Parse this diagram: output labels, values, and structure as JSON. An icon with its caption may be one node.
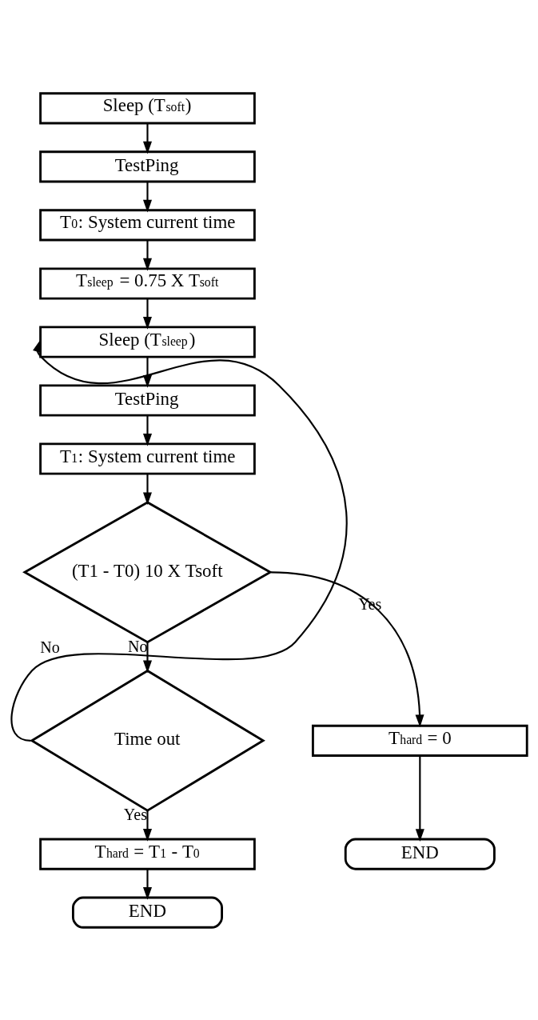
{
  "diagram": {
    "nodes": [
      {
        "text": [
          "Sleep (T$_{soft}$)"
        ]
      },
      {
        "text": [
          "TestPing"
        ]
      },
      {
        "text": [
          "T$_{0}$: System current time"
        ]
      },
      {
        "text": [
          "T$_{sleep}$ = 0.75 X T$_{soft}$"
        ]
      },
      {
        "text": [
          "Sleep (T$_{sleep}$)"
        ]
      },
      {
        "text": [
          "TestPing"
        ]
      },
      {
        "text": [
          "T$_{1}$: System current time"
        ]
      },
      {
        "text": [
          "(T1 - T0) 10 X Tsoft"
        ]
      },
      {
        "text": [
          "T$_{hard}$ = 0"
        ]
      },
      {
        "text": [
          "END"
        ]
      },
      {
        "text": [
          "Time out"
        ]
      },
      {
        "text": [
          "T$_{hard}$ = T$_{1}$ - T$_{0}$"
        ]
      },
      {
        "text": [
          "END"
        ]
      }
    ],
    "edges": [
      {
        "from": 0,
        "to": 1,
        "arrow": "to"
      },
      {
        "from": 1,
        "to": 2,
        "arrow": "to"
      },
      {
        "from": 2,
        "to": 3,
        "arrow": "to"
      },
      {
        "from": 3,
        "to": 4,
        "arrow": "to"
      },
      {
        "from": 4,
        "to": 5,
        "arrow": "to"
      },
      {
        "from": 5,
        "to": 6,
        "arrow": "to"
      },
      {
        "from": 6,
        "to": 7,
        "arrow": "to"
      },
      {
        "from": 7,
        "to": 8,
        "arrow": "to",
        "label": "Yes"
      },
      {
        "from": 8,
        "to": 9,
        "arrow": "to"
      },
      {
        "from": 7,
        "to": 10,
        "arrow": "to",
        "label": "No"
      },
      {
        "from": 10,
        "to": 4,
        "arrow": "to",
        "label": "No"
      },
      {
        "from": 10,
        "to": 11,
        "arrow": "to",
        "label": "Yes"
      },
      {
        "from": 11,
        "to": 12,
        "arrow": "to"
      }
    ]
  }
}
